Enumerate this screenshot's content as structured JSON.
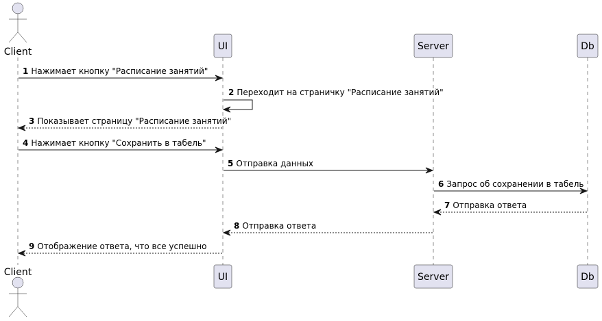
{
  "diagram": {
    "participants": [
      {
        "id": "client",
        "label": "Client",
        "kind": "actor"
      },
      {
        "id": "ui",
        "label": "UI",
        "kind": "participant"
      },
      {
        "id": "server",
        "label": "Server",
        "kind": "participant"
      },
      {
        "id": "db",
        "label": "Db",
        "kind": "participant"
      }
    ],
    "messages": [
      {
        "num": "1",
        "text": "Нажимает кнопку \"Расписание занятий\"",
        "from": "client",
        "to": "ui",
        "style": "solid"
      },
      {
        "num": "2",
        "text": "Переходит на страничку \"Расписание занятий\"",
        "from": "ui",
        "to": "ui",
        "style": "solid"
      },
      {
        "num": "3",
        "text": "Показывает страницу \"Расписание занятий\"",
        "from": "ui",
        "to": "client",
        "style": "dashed"
      },
      {
        "num": "4",
        "text": "Нажимает кнопку \"Сохранить в табель\"",
        "from": "client",
        "to": "ui",
        "style": "solid"
      },
      {
        "num": "5",
        "text": "Отправка данных",
        "from": "ui",
        "to": "server",
        "style": "solid"
      },
      {
        "num": "6",
        "text": "Запрос об сохранении в табель",
        "from": "server",
        "to": "db",
        "style": "solid"
      },
      {
        "num": "7",
        "text": "Отправка ответа",
        "from": "db",
        "to": "server",
        "style": "dashed"
      },
      {
        "num": "8",
        "text": "Отправка ответа",
        "from": "server",
        "to": "ui",
        "style": "dashed"
      },
      {
        "num": "9",
        "text": "Отображение ответа, что все успешно",
        "from": "ui",
        "to": "client",
        "style": "dashed"
      }
    ]
  }
}
